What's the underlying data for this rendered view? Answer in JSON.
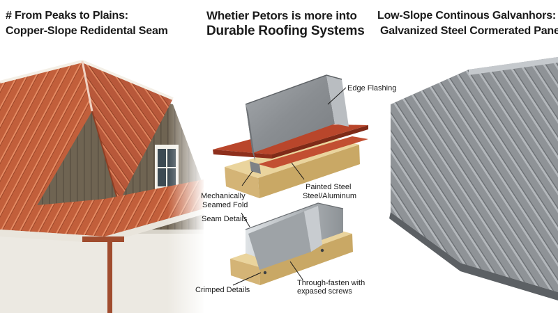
{
  "left_panel": {
    "title_line1": "# From Peaks to Plains:",
    "title_line2": "Copper-Slope Redidental Seam"
  },
  "center_panel": {
    "title_line1": "Whetier Petors is more into",
    "title_line2": "Durable Roofing Systems",
    "labels": {
      "edge_flashing": "Edge Flashing",
      "mech_fold_1": "Mechanically",
      "mech_fold_2": "Seamed Fold",
      "painted_1": "Painted Steel",
      "painted_2": "Steel/Aluminum",
      "seam_details": "Seam Details",
      "crimped_details": "Crimped Details",
      "through_1": "Through-fasten with",
      "through_2": "expased screws"
    }
  },
  "right_panel": {
    "title_line1": "Low-Slope Continous Galvanhors:",
    "title_line2": "Galvanized Steel Cormerated Panels"
  },
  "colors": {
    "copper": "#c05f3c",
    "copper_dark": "#8e3f24",
    "siding": "#6e6350",
    "trim": "#f2efe8",
    "steel": "#8f9397",
    "steel_light": "#c9cdd1",
    "wood": "#e4c98c",
    "sky": "#ffffff"
  }
}
